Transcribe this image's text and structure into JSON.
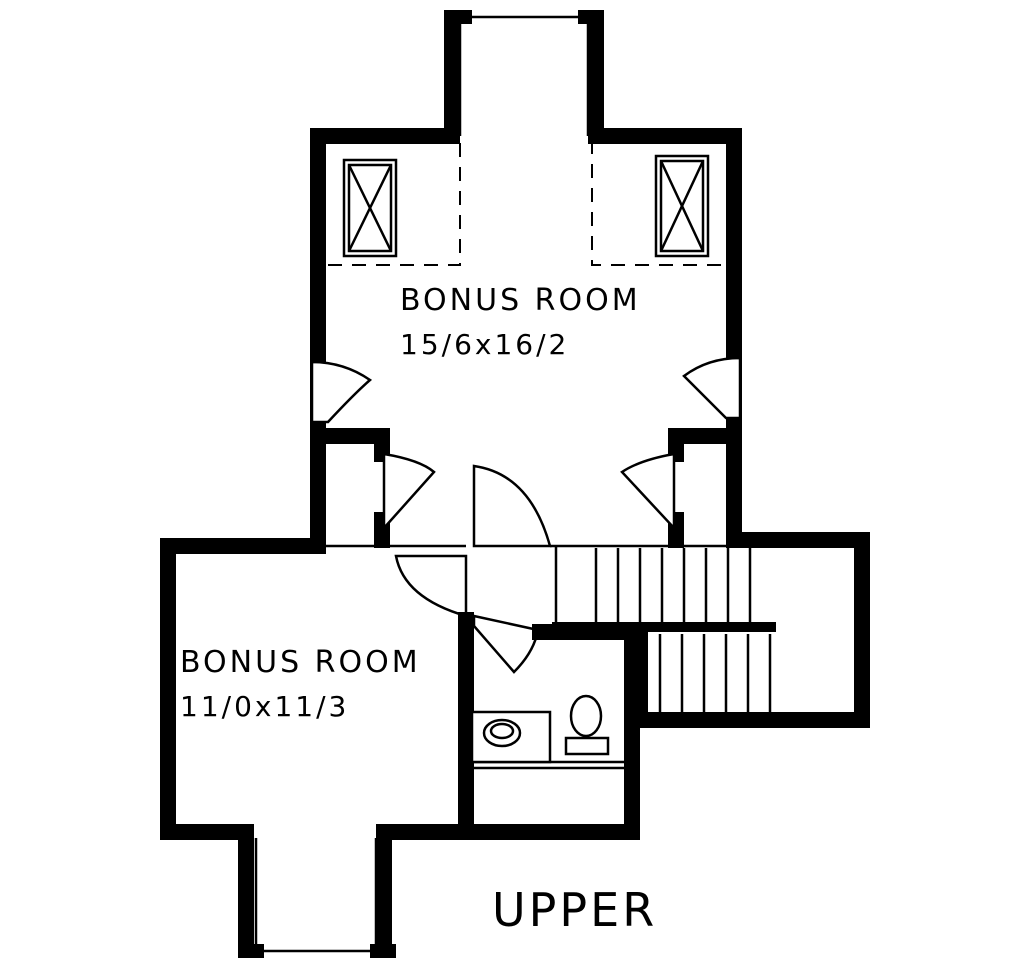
{
  "plan": {
    "rooms": [
      {
        "name": "BONUS ROOM",
        "dims": "15/6x16/2"
      },
      {
        "name": "BONUS ROOM",
        "dims": "11/0x11/3"
      }
    ],
    "floor_label": "UPPER"
  }
}
